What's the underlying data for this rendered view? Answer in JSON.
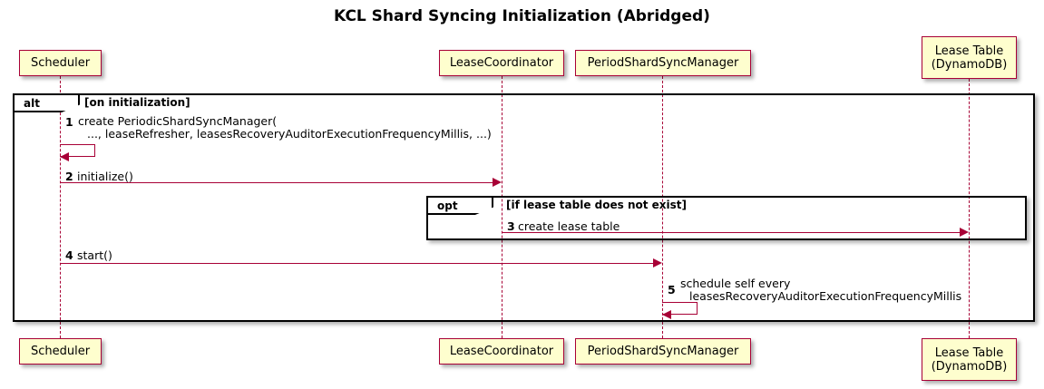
{
  "title": "KCL Shard Syncing Initialization (Abridged)",
  "colors": {
    "participant_fill": "#FEFECE",
    "participant_border": "#A80036",
    "arrow": "#A80036",
    "frame_border": "#000000",
    "background": "#FFFFFF"
  },
  "participants": [
    {
      "id": "scheduler",
      "label": "Scheduler",
      "line1": "Scheduler",
      "line2": ""
    },
    {
      "id": "lease-coordinator",
      "label": "LeaseCoordinator",
      "line1": "LeaseCoordinator",
      "line2": ""
    },
    {
      "id": "period-shard-sync-manager",
      "label": "PeriodShardSyncManager",
      "line1": "PeriodShardSyncManager",
      "line2": ""
    },
    {
      "id": "lease-table",
      "label": "Lease Table (DynamoDB)",
      "line1": "Lease Table",
      "line2": "(DynamoDB)"
    }
  ],
  "frames": [
    {
      "id": "alt-frame",
      "kind": "alt",
      "condition": "[on initialization]"
    },
    {
      "id": "opt-frame",
      "kind": "opt",
      "condition": "[if lease table does not exist]"
    }
  ],
  "messages": [
    {
      "num": "1",
      "kind": "self",
      "from": "scheduler",
      "to": "scheduler",
      "line1": "create PeriodicShardSyncManager(",
      "line2": "..., leaseRefresher, leasesRecoveryAuditorExecutionFrequencyMillis, ...)"
    },
    {
      "num": "2",
      "kind": "call",
      "from": "scheduler",
      "to": "lease-coordinator",
      "line1": "initialize()",
      "line2": ""
    },
    {
      "num": "3",
      "kind": "call",
      "from": "lease-coordinator",
      "to": "lease-table",
      "line1": "create lease table",
      "line2": ""
    },
    {
      "num": "4",
      "kind": "call",
      "from": "scheduler",
      "to": "period-shard-sync-manager",
      "line1": "start()",
      "line2": ""
    },
    {
      "num": "5",
      "kind": "self",
      "from": "period-shard-sync-manager",
      "to": "period-shard-sync-manager",
      "line1": "schedule self every",
      "line2": "leasesRecoveryAuditorExecutionFrequencyMillis"
    }
  ]
}
